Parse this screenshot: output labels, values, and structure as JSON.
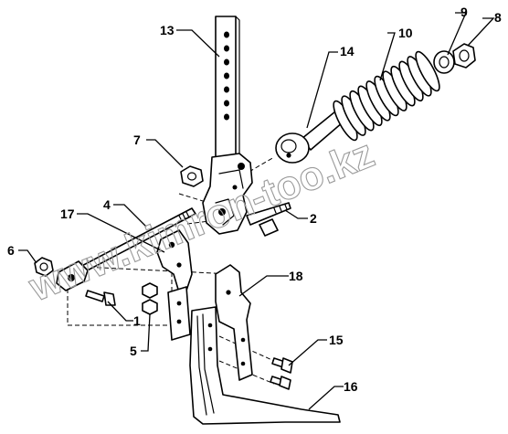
{
  "diagram": {
    "callouts": {
      "c1": "1",
      "c2": "2",
      "c4": "4",
      "c5": "5",
      "c6": "6",
      "c7": "7",
      "c8": "8",
      "c9": "9",
      "c10": "10",
      "c13": "13",
      "c14": "14",
      "c15": "15",
      "c16": "16",
      "c17": "17",
      "c18": "18"
    },
    "watermark": "www.kimron-too.kz"
  }
}
